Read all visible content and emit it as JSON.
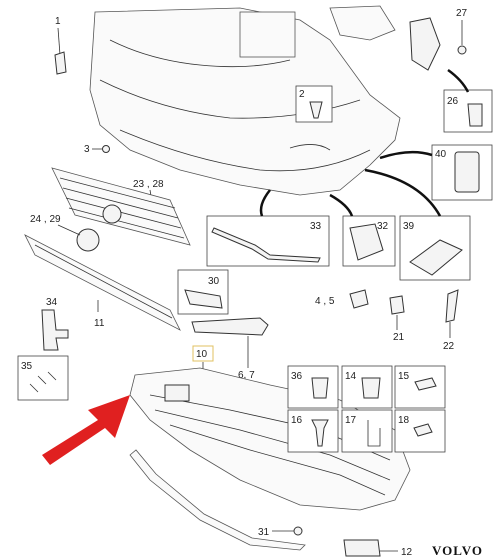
{
  "callouts": {
    "c1": "1",
    "c2": "2",
    "c3": "3",
    "c4_5": "4 , 5",
    "c6_7": "6, 7",
    "c10": "10",
    "c11": "11",
    "c12": "12",
    "c14": "14",
    "c15": "15",
    "c16": "16",
    "c17": "17",
    "c18": "18",
    "c21": "21",
    "c22": "22",
    "c23_28": "23 , 28",
    "c24_29": "24 , 29",
    "c26": "26",
    "c27": "27",
    "c30": "30",
    "c31": "31",
    "c32": "32",
    "c33": "33",
    "c34": "34",
    "c35": "35",
    "c36": "36",
    "c39": "39",
    "c40": "40"
  },
  "brand": "VOLVO",
  "colors": {
    "highlight_arrow": "#e02020",
    "box10_border": "#e0c060"
  }
}
